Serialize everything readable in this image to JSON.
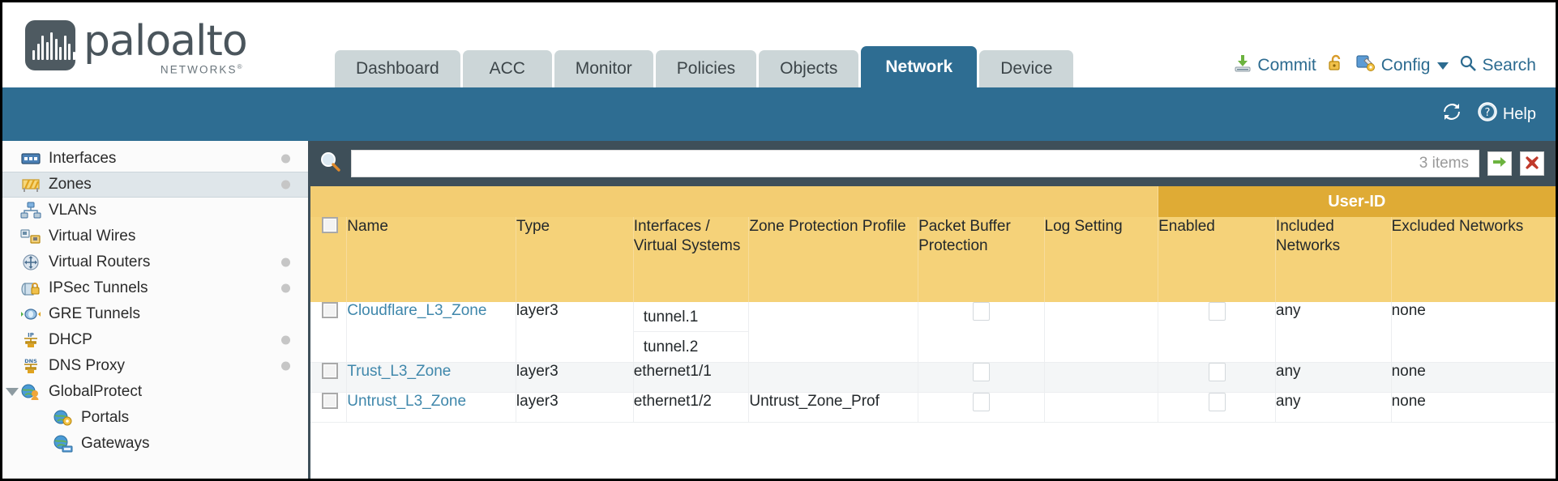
{
  "brand": {
    "name": "paloalto",
    "tagline": "NETWORKS",
    "registered": "®"
  },
  "header": {
    "tabs": [
      {
        "label": "Dashboard",
        "active": false
      },
      {
        "label": "ACC",
        "active": false
      },
      {
        "label": "Monitor",
        "active": false
      },
      {
        "label": "Policies",
        "active": false
      },
      {
        "label": "Objects",
        "active": false
      },
      {
        "label": "Network",
        "active": true
      },
      {
        "label": "Device",
        "active": false
      }
    ],
    "actions": {
      "commit_label": "Commit",
      "commit_icon": "commit-save-icon",
      "lock_icon": "unlocked-padlock-icon",
      "config_label": "Config",
      "config_icon": "config-wrench-icon",
      "config_caret": "chevron-down-icon",
      "search_label": "Search",
      "search_icon": "magnifier-icon"
    },
    "accent_color": "#2e6d92",
    "link_color": "#2c6b90"
  },
  "bluebar": {
    "refresh_icon": "refresh-icon",
    "help_label": "Help",
    "help_icon": "question-circle-icon"
  },
  "sidebar": {
    "items": [
      {
        "label": "Interfaces",
        "icon": "interfaces-icon",
        "selected": false,
        "dot": true,
        "child": false,
        "expander": false
      },
      {
        "label": "Zones",
        "icon": "zones-barrier-icon",
        "selected": true,
        "dot": true,
        "child": false,
        "expander": false
      },
      {
        "label": "VLANs",
        "icon": "vlans-icon",
        "selected": false,
        "dot": false,
        "child": false,
        "expander": false
      },
      {
        "label": "Virtual Wires",
        "icon": "virtual-wires-icon",
        "selected": false,
        "dot": false,
        "child": false,
        "expander": false
      },
      {
        "label": "Virtual Routers",
        "icon": "virtual-routers-icon",
        "selected": false,
        "dot": true,
        "child": false,
        "expander": false
      },
      {
        "label": "IPSec Tunnels",
        "icon": "ipsec-tunnels-icon",
        "selected": false,
        "dot": true,
        "child": false,
        "expander": false
      },
      {
        "label": "GRE Tunnels",
        "icon": "gre-tunnels-icon",
        "selected": false,
        "dot": false,
        "child": false,
        "expander": false
      },
      {
        "label": "DHCP",
        "icon": "dhcp-icon",
        "selected": false,
        "dot": true,
        "child": false,
        "expander": false
      },
      {
        "label": "DNS Proxy",
        "icon": "dns-proxy-icon",
        "selected": false,
        "dot": true,
        "child": false,
        "expander": false
      },
      {
        "label": "GlobalProtect",
        "icon": "globalprotect-icon",
        "selected": false,
        "dot": false,
        "child": false,
        "expander": true
      },
      {
        "label": "Portals",
        "icon": "portals-icon",
        "selected": false,
        "dot": false,
        "child": true,
        "expander": false
      },
      {
        "label": "Gateways",
        "icon": "gateways-icon",
        "selected": false,
        "dot": false,
        "child": true,
        "expander": false
      }
    ]
  },
  "search": {
    "icon": "magnifier-icon",
    "value": "",
    "placeholder": "",
    "item_count": "3 items",
    "apply_icon": "green-arrow-icon",
    "clear_icon": "red-x-icon"
  },
  "table": {
    "group_header": {
      "label": "User-ID",
      "span": 3
    },
    "columns": [
      {
        "key": "checkbox",
        "label": ""
      },
      {
        "key": "name",
        "label": "Name"
      },
      {
        "key": "type",
        "label": "Type"
      },
      {
        "key": "interfaces",
        "label": "Interfaces / Virtual Systems"
      },
      {
        "key": "zone_protection",
        "label": "Zone Protection Profile"
      },
      {
        "key": "packet_buffer",
        "label": "Packet Buffer Protection"
      },
      {
        "key": "log_setting",
        "label": "Log Setting"
      },
      {
        "key": "enabled",
        "label": "Enabled"
      },
      {
        "key": "included",
        "label": "Included Networks"
      },
      {
        "key": "excluded",
        "label": "Excluded Networks"
      }
    ],
    "rows": [
      {
        "selected": false,
        "name": "Cloudflare_L3_Zone",
        "type": "layer3",
        "interfaces": [
          "tunnel.1",
          "tunnel.2"
        ],
        "zone_protection": "",
        "packet_buffer_checked": false,
        "log_setting": "",
        "enabled_checked": false,
        "included": "any",
        "excluded": "none"
      },
      {
        "selected": false,
        "name": "Trust_L3_Zone",
        "type": "layer3",
        "interfaces": [
          "ethernet1/1"
        ],
        "zone_protection": "",
        "packet_buffer_checked": false,
        "log_setting": "",
        "enabled_checked": false,
        "included": "any",
        "excluded": "none"
      },
      {
        "selected": false,
        "name": "Untrust_L3_Zone",
        "type": "layer3",
        "interfaces": [
          "ethernet1/2"
        ],
        "zone_protection": "Untrust_Zone_Prof",
        "packet_buffer_checked": false,
        "log_setting": "",
        "enabled_checked": false,
        "included": "any",
        "excluded": "none"
      }
    ],
    "header_color": "#f5d279",
    "group_color": "#dfab35",
    "link_color": "#3f87ab"
  }
}
